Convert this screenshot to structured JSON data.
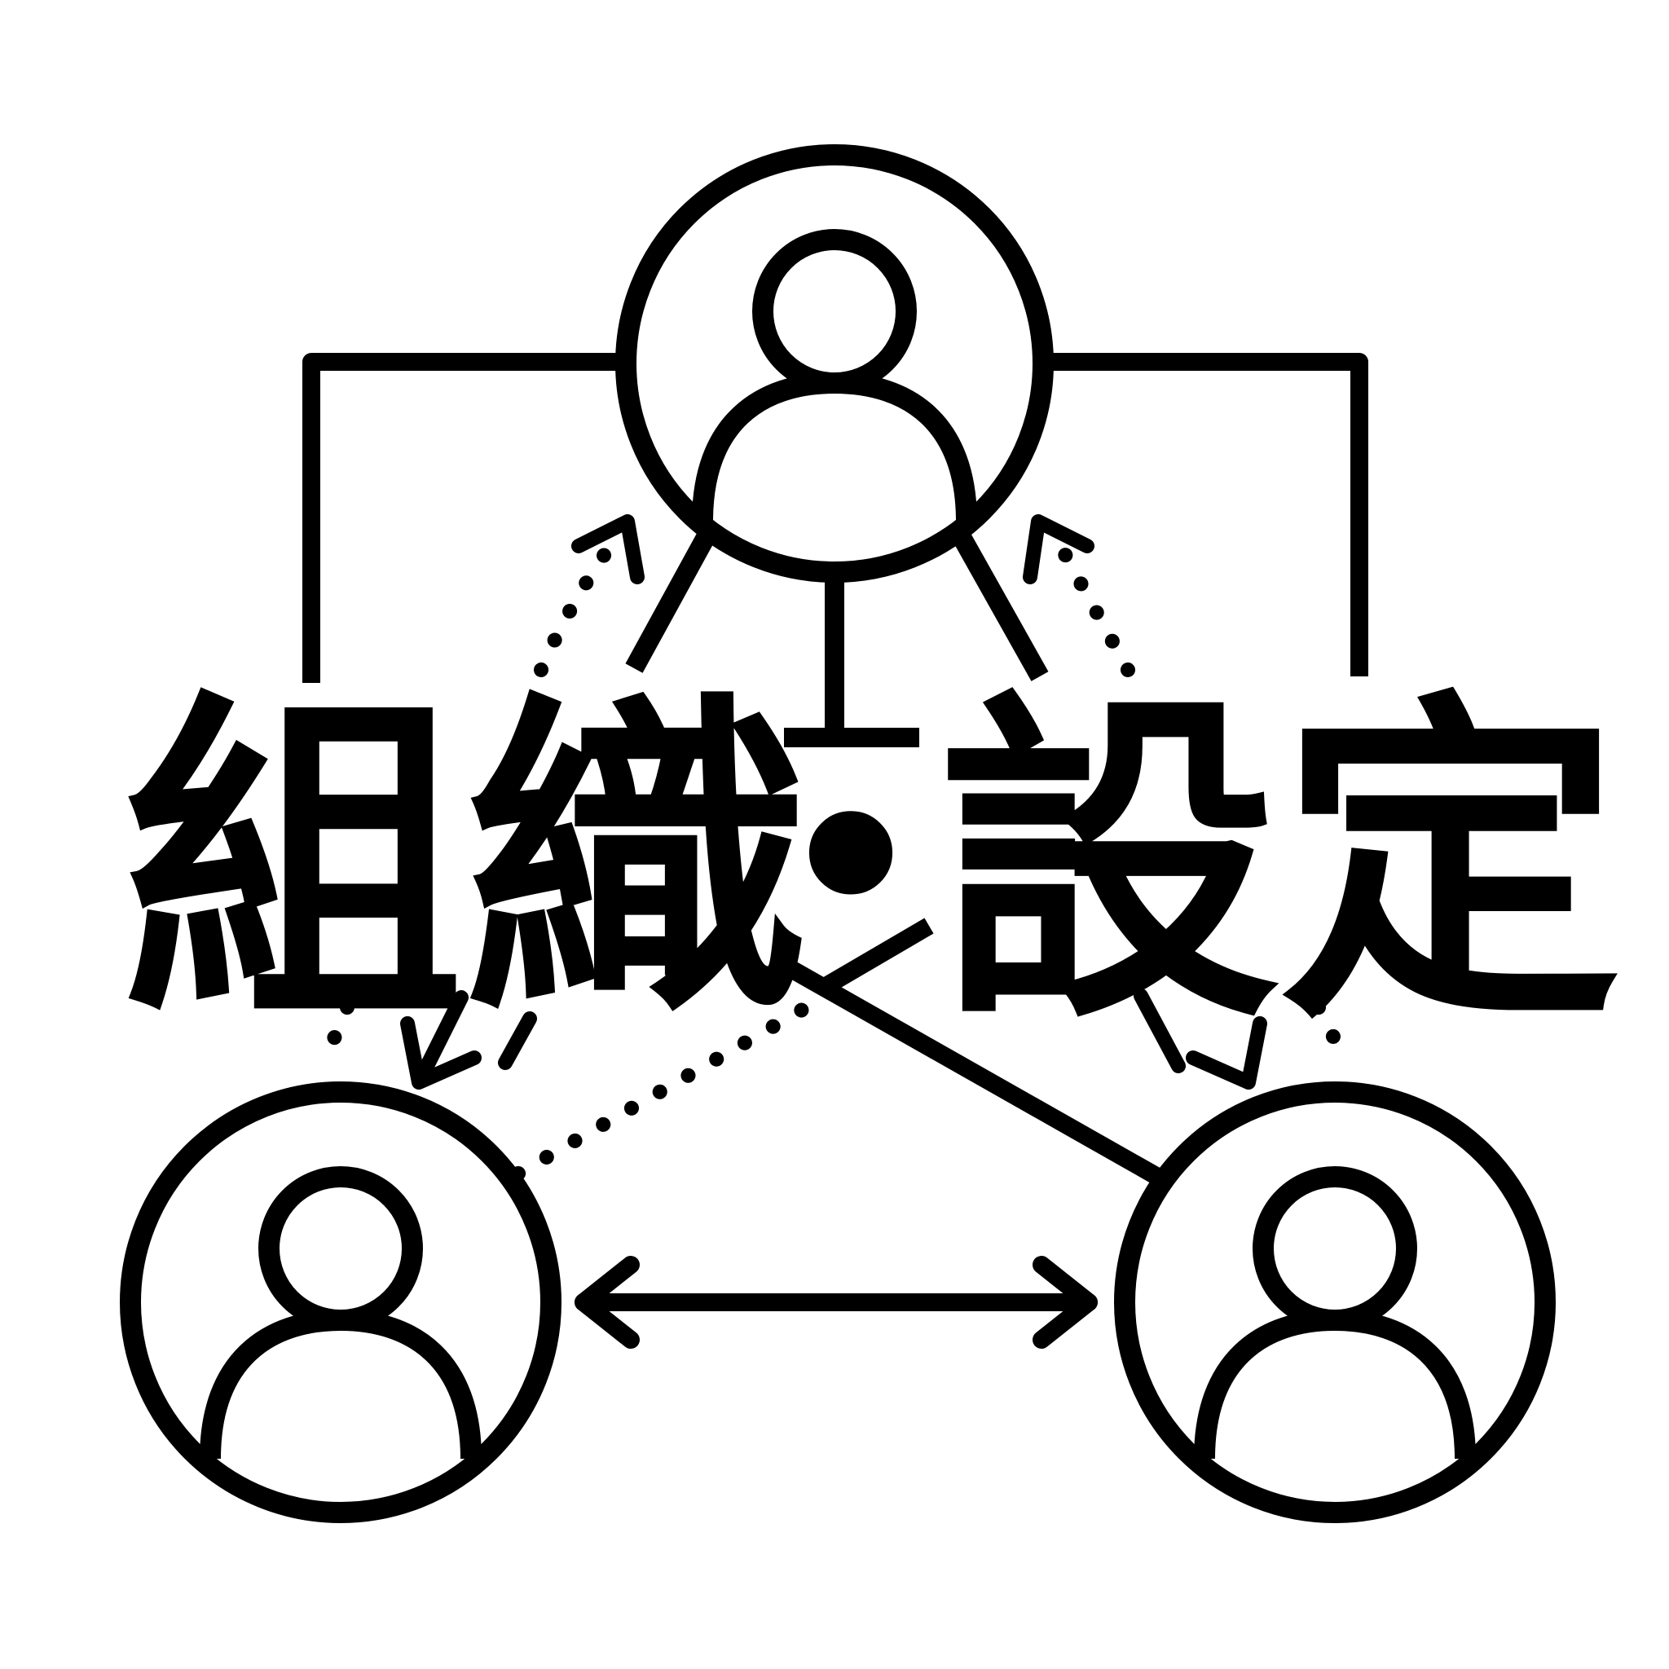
{
  "title": {
    "left": "組織",
    "separator": "・",
    "right": "設定"
  },
  "nodes": [
    {
      "id": "top-person",
      "icon": "person-icon"
    },
    {
      "id": "bottom-left-person",
      "icon": "person-icon"
    },
    {
      "id": "bottom-right-person",
      "icon": "person-icon"
    }
  ],
  "colors": {
    "ink": "#000000",
    "background": "#ffffff"
  }
}
